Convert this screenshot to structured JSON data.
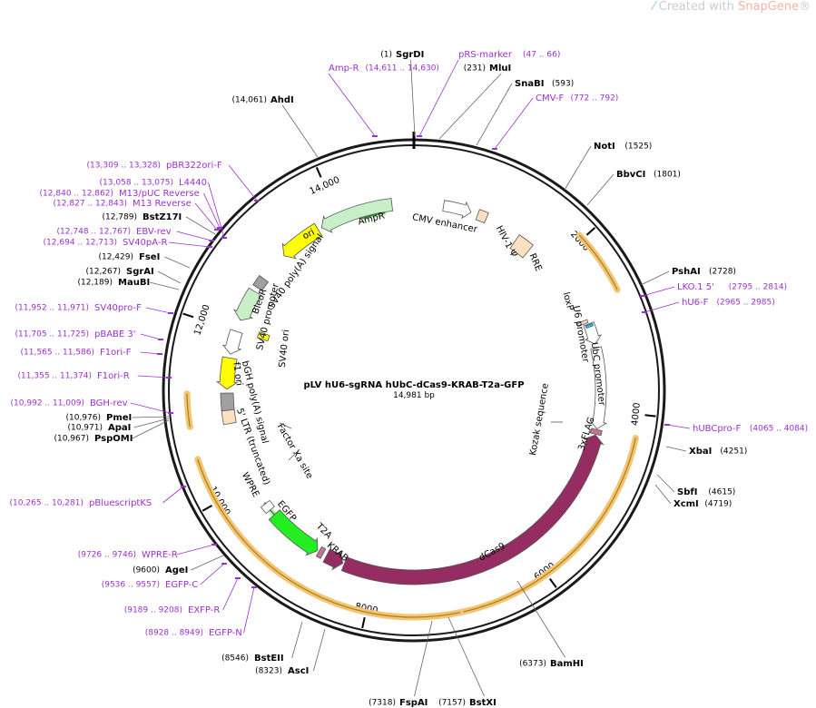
{
  "watermark": {
    "prefix": "Created with ",
    "brand": "SnapGene",
    "reg": "®"
  },
  "plasmid": {
    "name": "pLV hU6-sgRNA hUbC-dCas9-KRAB-T2a-GFP",
    "length_label": "14,981 bp",
    "length": 14981
  },
  "ticks": [
    "2000",
    "4000",
    "6000",
    "8000",
    "10,000",
    "12,000",
    "14,000"
  ],
  "sites": [
    {
      "name": "SgrDI",
      "pos": "(1)",
      "kind": "enzyme"
    },
    {
      "name": "pRS-marker",
      "pos": "(47 .. 66)",
      "kind": "primer"
    },
    {
      "name": "MluI",
      "pos": "(231)",
      "kind": "enzyme"
    },
    {
      "name": "SnaBI",
      "pos": "(593)",
      "kind": "enzyme"
    },
    {
      "name": "CMV-F",
      "pos": "(772 .. 792)",
      "kind": "primer"
    },
    {
      "name": "NotI",
      "pos": "(1525)",
      "kind": "enzyme"
    },
    {
      "name": "BbvCI",
      "pos": "(1801)",
      "kind": "enzyme"
    },
    {
      "name": "PshAI",
      "pos": "(2728)",
      "kind": "enzyme"
    },
    {
      "name": "LKO.1 5'",
      "pos": "(2795 .. 2814)",
      "kind": "primer"
    },
    {
      "name": "hU6-F",
      "pos": "(2965 .. 2985)",
      "kind": "primer"
    },
    {
      "name": "hUBCpro-F",
      "pos": "(4065 .. 4084)",
      "kind": "primer"
    },
    {
      "name": "XbaI",
      "pos": "(4251)",
      "kind": "enzyme"
    },
    {
      "name": "SbfI",
      "pos": "(4615)",
      "kind": "enzyme"
    },
    {
      "name": "XcmI",
      "pos": "(4719)",
      "kind": "enzyme"
    },
    {
      "name": "BamHI",
      "pos": "(6373)",
      "kind": "enzyme"
    },
    {
      "name": "BstXI",
      "pos": "(7157)",
      "kind": "enzyme"
    },
    {
      "name": "FspAI",
      "pos": "(7318)",
      "kind": "enzyme"
    },
    {
      "name": "AscI",
      "pos": "(8323)",
      "kind": "enzyme"
    },
    {
      "name": "BstEII",
      "pos": "(8546)",
      "kind": "enzyme"
    },
    {
      "name": "EGFP-N",
      "pos": "(8928 .. 8949)",
      "kind": "primer"
    },
    {
      "name": "EXFP-R",
      "pos": "(9189 .. 9208)",
      "kind": "primer"
    },
    {
      "name": "EGFP-C",
      "pos": "(9536 .. 9557)",
      "kind": "primer"
    },
    {
      "name": "AgeI",
      "pos": "(9600)",
      "kind": "enzyme"
    },
    {
      "name": "WPRE-R",
      "pos": "(9726 .. 9746)",
      "kind": "primer"
    },
    {
      "name": "pBluescriptKS",
      "pos": "(10,265 .. 10,281)",
      "kind": "primer"
    },
    {
      "name": "PspOMI",
      "pos": "(10,967)",
      "kind": "enzyme"
    },
    {
      "name": "ApaI",
      "pos": "(10,971)",
      "kind": "enzyme"
    },
    {
      "name": "PmeI",
      "pos": "(10,976)",
      "kind": "enzyme"
    },
    {
      "name": "BGH-rev",
      "pos": "(10,992 .. 11,009)",
      "kind": "primer"
    },
    {
      "name": "F1ori-R",
      "pos": "(11,355 .. 11,374)",
      "kind": "primer"
    },
    {
      "name": "F1ori-F",
      "pos": "(11,565 .. 11,586)",
      "kind": "primer"
    },
    {
      "name": "pBABE 3'",
      "pos": "(11,705 .. 11,725)",
      "kind": "primer"
    },
    {
      "name": "SV40pro-F",
      "pos": "(11,952 .. 11,971)",
      "kind": "primer"
    },
    {
      "name": "MauBI",
      "pos": "(12,189)",
      "kind": "enzyme"
    },
    {
      "name": "SgrAI",
      "pos": "(12,267)",
      "kind": "enzyme"
    },
    {
      "name": "FseI",
      "pos": "(12,429)",
      "kind": "enzyme"
    },
    {
      "name": "SV40pA-R",
      "pos": "(12,694 .. 12,713)",
      "kind": "primer"
    },
    {
      "name": "EBV-rev",
      "pos": "(12,748 .. 12,767)",
      "kind": "primer"
    },
    {
      "name": "BstZ17I",
      "pos": "(12,789)",
      "kind": "enzyme"
    },
    {
      "name": "M13 Reverse",
      "pos": "(12,827 .. 12,843)",
      "kind": "primer"
    },
    {
      "name": "M13/pUC Reverse",
      "pos": "(12,840 .. 12,862)",
      "kind": "primer"
    },
    {
      "name": "L4440",
      "pos": "(13,058 .. 13,075)",
      "kind": "primer"
    },
    {
      "name": "pBR322ori-F",
      "pos": "(13,309 .. 13,328)",
      "kind": "primer"
    },
    {
      "name": "AhdI",
      "pos": "(14,061)",
      "kind": "enzyme"
    },
    {
      "name": "Amp-R",
      "pos": "(14,611 .. 14,630)",
      "kind": "primer"
    }
  ],
  "features": [
    {
      "name": "CMV enhancer"
    },
    {
      "name": "HIV-1 Ψ"
    },
    {
      "name": "RRE"
    },
    {
      "name": "loxP"
    },
    {
      "name": "U6 promoter"
    },
    {
      "name": "UbC promoter"
    },
    {
      "name": "Kozak sequence"
    },
    {
      "name": "3xFLAG"
    },
    {
      "name": "dCas9"
    },
    {
      "name": "KRAB"
    },
    {
      "name": "T2A"
    },
    {
      "name": "EGFP"
    },
    {
      "name": "Factor Xa site"
    },
    {
      "name": "WPRE"
    },
    {
      "name": "5' LTR (truncated)"
    },
    {
      "name": "bGH poly(A) signal"
    },
    {
      "name": "f1 ori"
    },
    {
      "name": "SV40 ori"
    },
    {
      "name": "SV40 promoter"
    },
    {
      "name": "BleoR"
    },
    {
      "name": "SV40 poly(A) signal"
    },
    {
      "name": "ori"
    },
    {
      "name": "AmpR"
    }
  ],
  "colors": {
    "enzyme": "#000000",
    "primer": "#9b30d0",
    "backbone": "#1a1a1a",
    "cds_dark": "#962d62",
    "orf_halo": "#f2c47a",
    "green_halo": "#c8f0c0",
    "promoter": "#ffffff",
    "yellow": "#ffff00",
    "bright_green": "#22ee22",
    "peach": "#fde0c0",
    "pale_green": "#c8f0c8",
    "gray": "#a0a0a0",
    "cyan": "#30c0e0"
  }
}
